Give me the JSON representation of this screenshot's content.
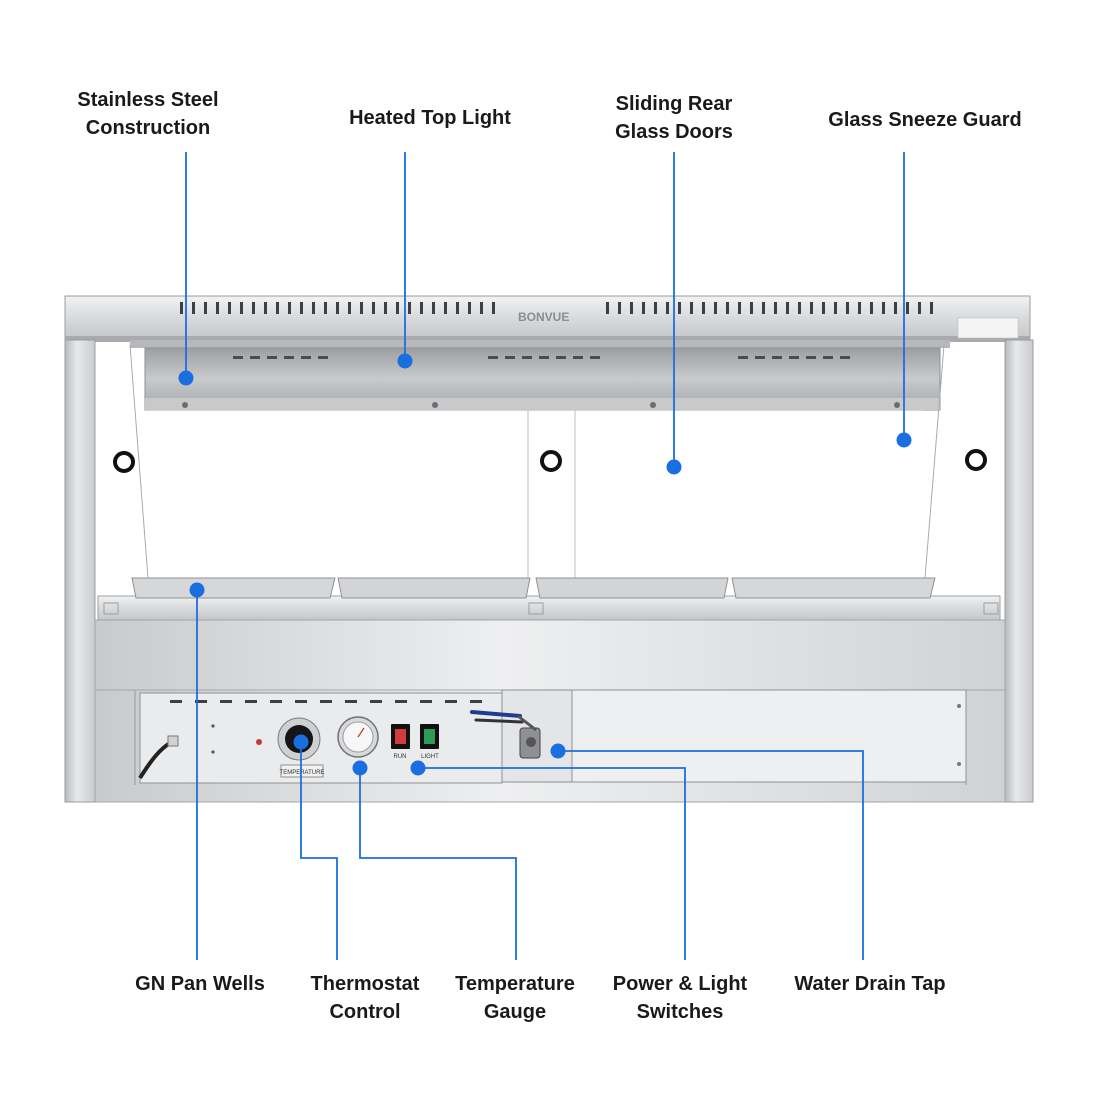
{
  "brand": "BONVUE",
  "panel_labels": {
    "thermostat": "TEMPERATURE",
    "run": "RUN",
    "light": "LIGHT"
  },
  "callouts": {
    "stainless": [
      "Stainless Steel",
      "Construction"
    ],
    "heated_light": [
      "Heated Top Light"
    ],
    "sliding_doors": [
      "Sliding Rear",
      "Glass Doors"
    ],
    "sneeze_guard": [
      "Glass Sneeze Guard"
    ],
    "gn_pan_wells": [
      "GN Pan Wells"
    ],
    "thermostat": [
      "Thermostat",
      "Control"
    ],
    "temperature_gauge": [
      "Temperature",
      "Gauge"
    ],
    "power_light": [
      "Power & Light",
      "Switches"
    ],
    "drain_tap": [
      "Water Drain Tap"
    ]
  },
  "colors": {
    "callout": "#1a6fe0",
    "steel_light": "#e4e5e7",
    "steel_dark": "#a9abae",
    "switch_run": "#d23b3b",
    "switch_light": "#2f9a55"
  }
}
